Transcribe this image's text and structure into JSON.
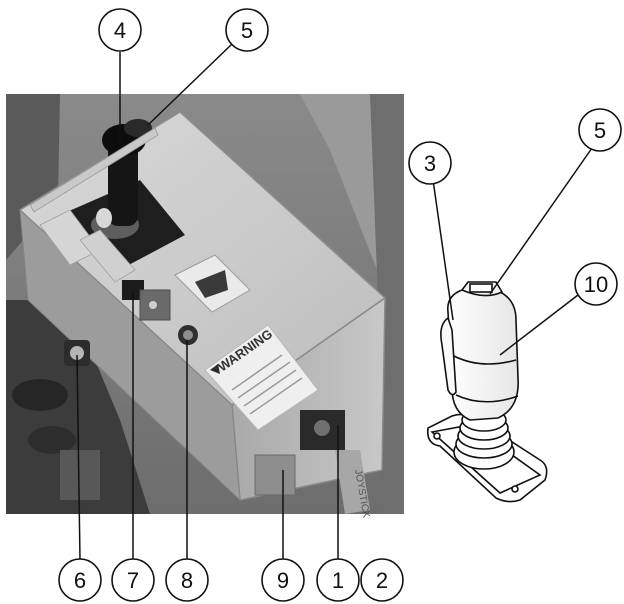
{
  "figure": {
    "photo_warning_label": "WARNING",
    "photo_brand_text": "JOYSTICK",
    "callouts": {
      "c4": "4",
      "c5_photo": "5",
      "c3": "3",
      "c5_drawing": "5",
      "c10": "10",
      "c6": "6",
      "c7": "7",
      "c8": "8",
      "c9": "9",
      "c1": "1",
      "c2": "2"
    }
  }
}
